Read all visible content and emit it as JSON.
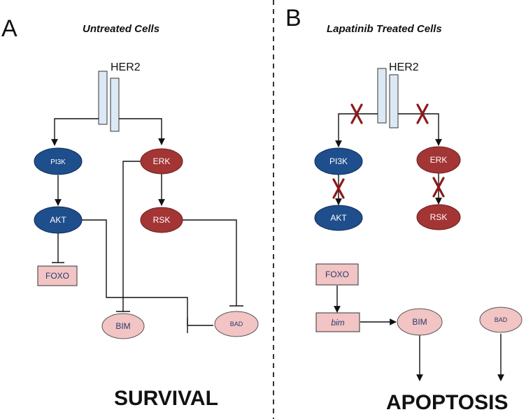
{
  "panel_a": {
    "letter": "A",
    "title": "Untreated Cells",
    "receptor": "HER2",
    "nodes": {
      "pi3k": "PI3K",
      "erk": "ERK",
      "akt": "AKT",
      "rsk": "RSK",
      "foxo": "FOXO",
      "bim": "BIM",
      "bad": "BAD"
    },
    "outcome": "SURVIVAL"
  },
  "panel_b": {
    "letter": "B",
    "title": "Lapatinib Treated Cells",
    "receptor": "HER2",
    "nodes": {
      "pi3k": "PI3K",
      "erk": "ERK",
      "akt": "AKT",
      "rsk": "RSK",
      "foxo": "FOXO",
      "bim_gene": "bim",
      "bim": "BIM",
      "bad": "BAD"
    },
    "outcome": "APOPTOSIS"
  },
  "colors": {
    "blue_node": "#1f4e8c",
    "red_node": "#a33535",
    "pink_node": "#f2c4c4",
    "receptor_fill": "#dce9f5",
    "inhibition_mark": "#8b1a1a"
  }
}
